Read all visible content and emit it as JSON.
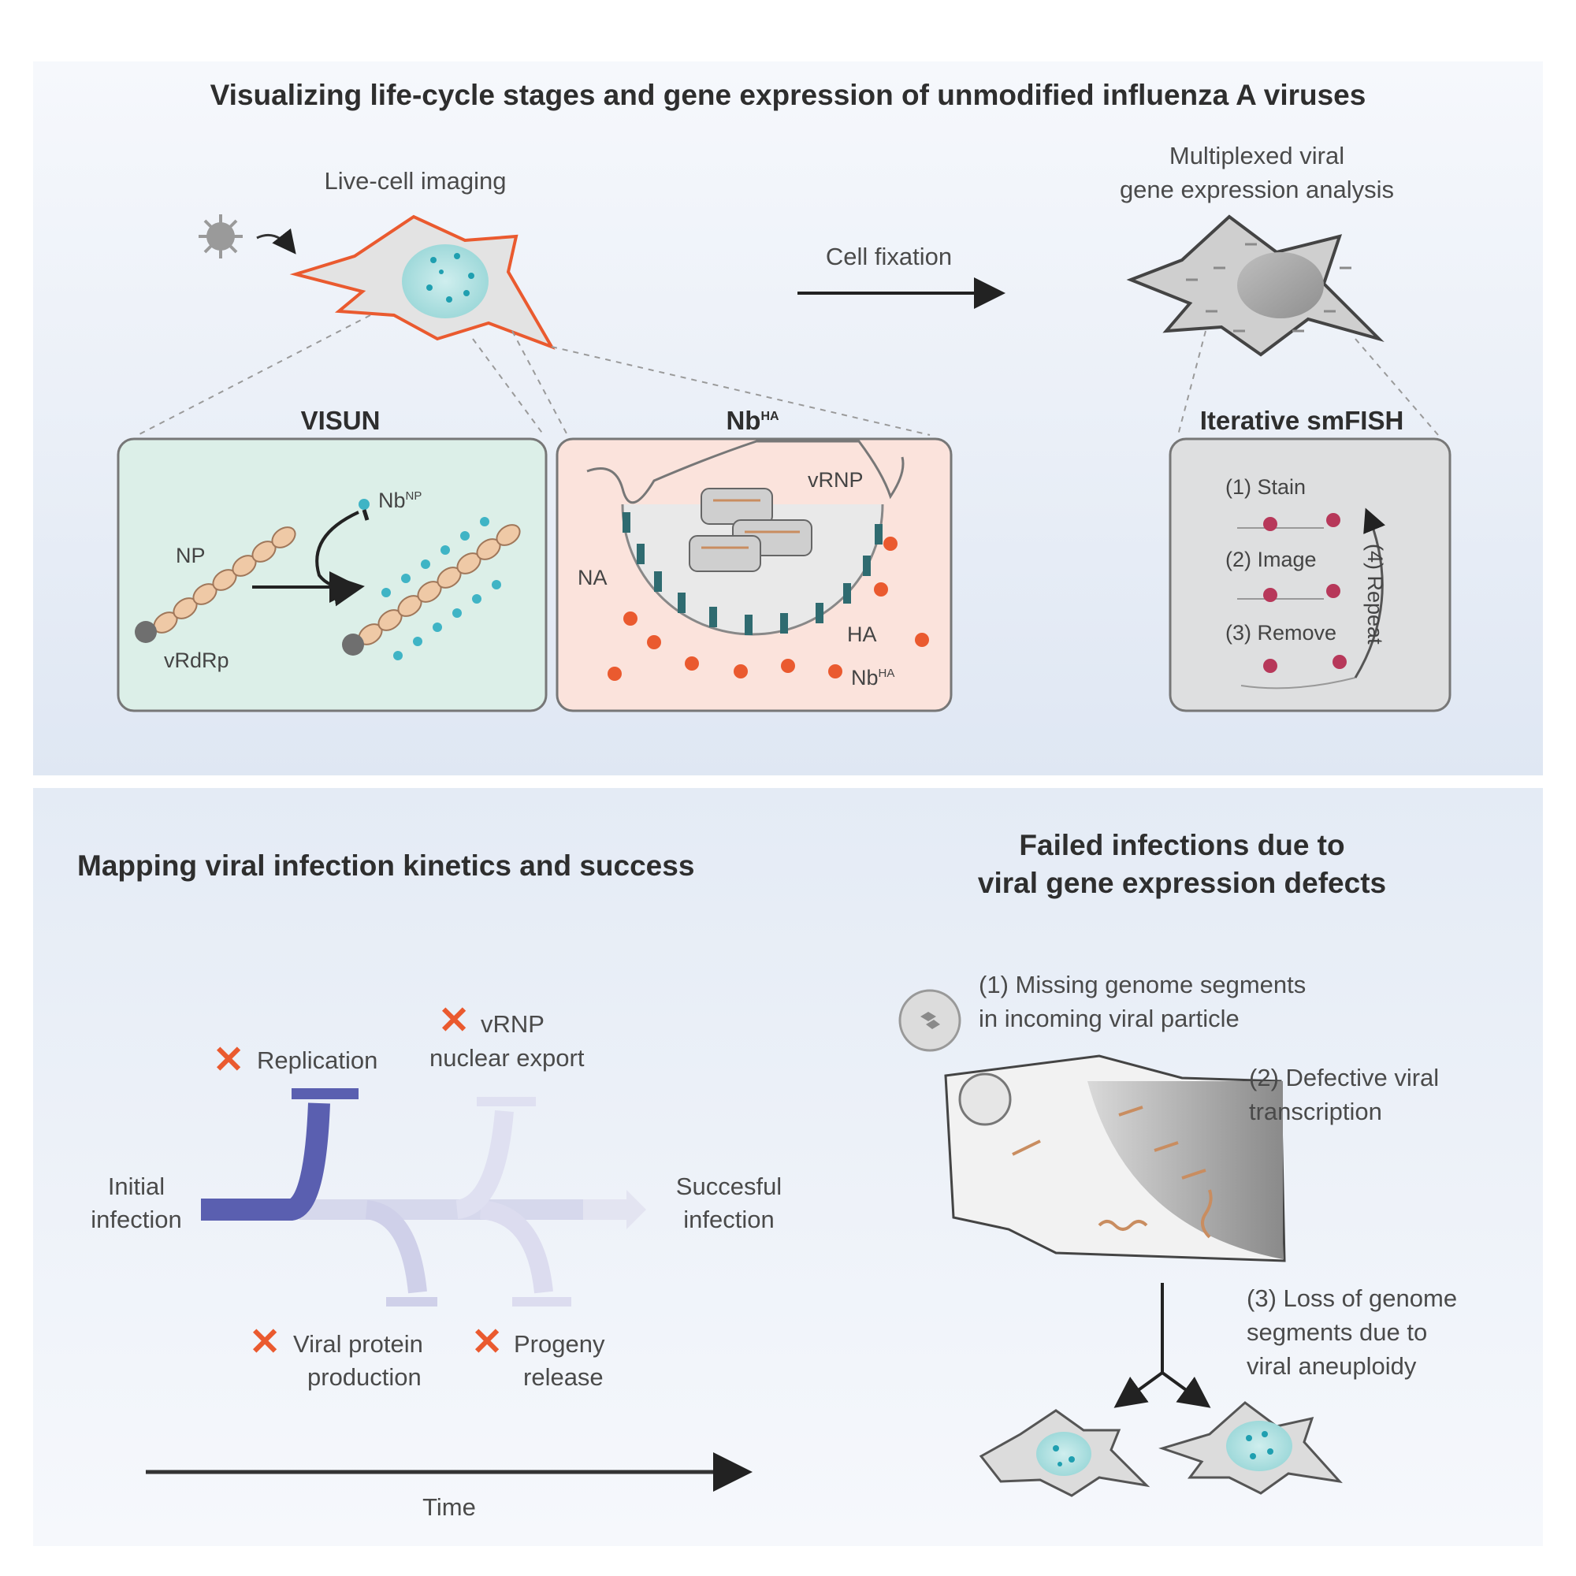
{
  "top_panel": {
    "title": "Visualizing life-cycle stages and gene expression of unmodified influenza A viruses",
    "live_cell_label": "Live-cell imaging",
    "fixation_label": "Cell fixation",
    "multiplexed_label_line1": "Multiplexed viral",
    "multiplexed_label_line2": "gene expression analysis",
    "visun": {
      "title": "VISUN",
      "np_label": "NP",
      "vrdrp_label": "vRdRp",
      "nb_label": "Nb",
      "nb_sup": "NP"
    },
    "nbha": {
      "title": "Nb",
      "title_sup": "HA",
      "vrnp_label": "vRNP",
      "na_label": "NA",
      "ha_label": "HA",
      "nb_label": "Nb",
      "nb_sup": "HA"
    },
    "smfish": {
      "title": "Iterative smFISH",
      "step1": "(1) Stain",
      "step2": "(2) Image",
      "step3": "(3) Remove",
      "step4": "(4) Repeat"
    }
  },
  "bottom_left": {
    "title": "Mapping viral infection kinetics and success",
    "initial_line1": "Initial",
    "initial_line2": "infection",
    "success_line1": "Succesful",
    "success_line2": "infection",
    "replication": "Replication",
    "vrnp_line1": "vRNP",
    "vrnp_line2": "nuclear export",
    "protein_line1": "Viral protein",
    "protein_line2": "production",
    "progeny_line1": "Progeny",
    "progeny_line2": "release",
    "time_label": "Time",
    "x_symbol": "✕"
  },
  "bottom_right": {
    "title_line1": "Failed infections due to",
    "title_line2": "viral gene expression defects",
    "item1_line1": "(1) Missing genome segments",
    "item1_line2": "in incoming viral particle",
    "item2_line1": "(2) Defective viral",
    "item2_line2": "transcription",
    "item3_line1": "(3) Loss of genome",
    "item3_line2": "segments due to",
    "item3_line3": "viral aneuploidy"
  },
  "colors": {
    "accent_orange": "#ea5a2f",
    "pathway_blue": "#5a5fb0",
    "teal": "#2fa7b5",
    "visun_bg": "#dcefe8",
    "nbha_bg": "#fbe3dc",
    "smfish_bg": "#dedfe0"
  }
}
